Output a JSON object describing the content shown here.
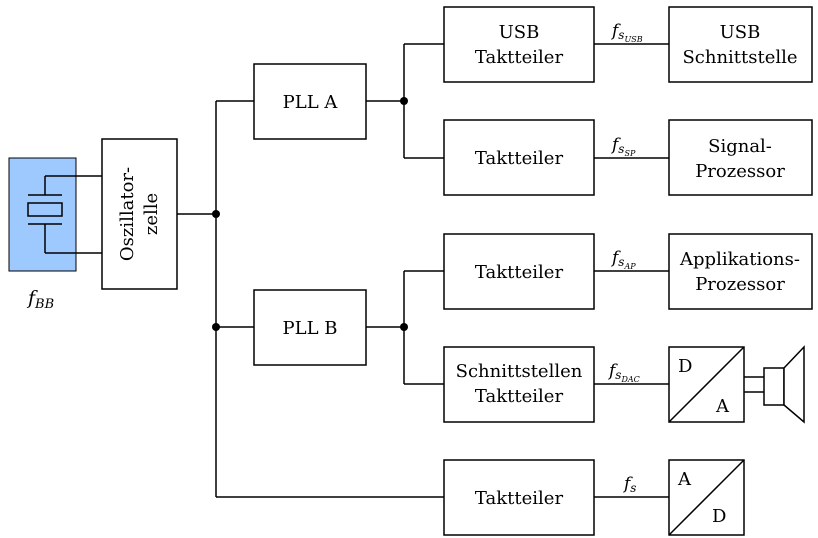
{
  "crystal": {
    "label_main": "f",
    "label_sub": "BB",
    "fill_color": "#9ec9ff"
  },
  "oscillator": {
    "line1": "Oszillator-",
    "line2": "zelle"
  },
  "pll_a": {
    "label": "PLL A"
  },
  "pll_b": {
    "label": "PLL B"
  },
  "dividers": {
    "usb": {
      "line1": "USB",
      "line2": "Taktteiler"
    },
    "sp": {
      "label": "Taktteiler"
    },
    "ap": {
      "label": "Taktteiler"
    },
    "dac": {
      "line1": "Schnittstellen",
      "line2": "Taktteiler"
    },
    "adc": {
      "label": "Taktteiler"
    }
  },
  "signals": {
    "usb": {
      "main": "f",
      "s": "s",
      "sub": "USB"
    },
    "sp": {
      "main": "f",
      "s": "s",
      "sub": "SP"
    },
    "ap": {
      "main": "f",
      "s": "s",
      "sub": "AP"
    },
    "dac": {
      "main": "f",
      "s": "s",
      "sub": "DAC"
    },
    "adc": {
      "main": "f",
      "s": "s"
    }
  },
  "targets": {
    "usb": {
      "line1": "USB",
      "line2": "Schnittstelle"
    },
    "sp": {
      "line1": "Signal-",
      "line2": "Prozessor"
    },
    "ap": {
      "line1": "Applikations-",
      "line2": "Prozessor"
    },
    "dac": {
      "top": "D",
      "bottom": "A"
    },
    "adc": {
      "top": "A",
      "bottom": "D"
    }
  },
  "icons": {
    "speaker": "speaker-icon",
    "crystal": "crystal-icon"
  }
}
